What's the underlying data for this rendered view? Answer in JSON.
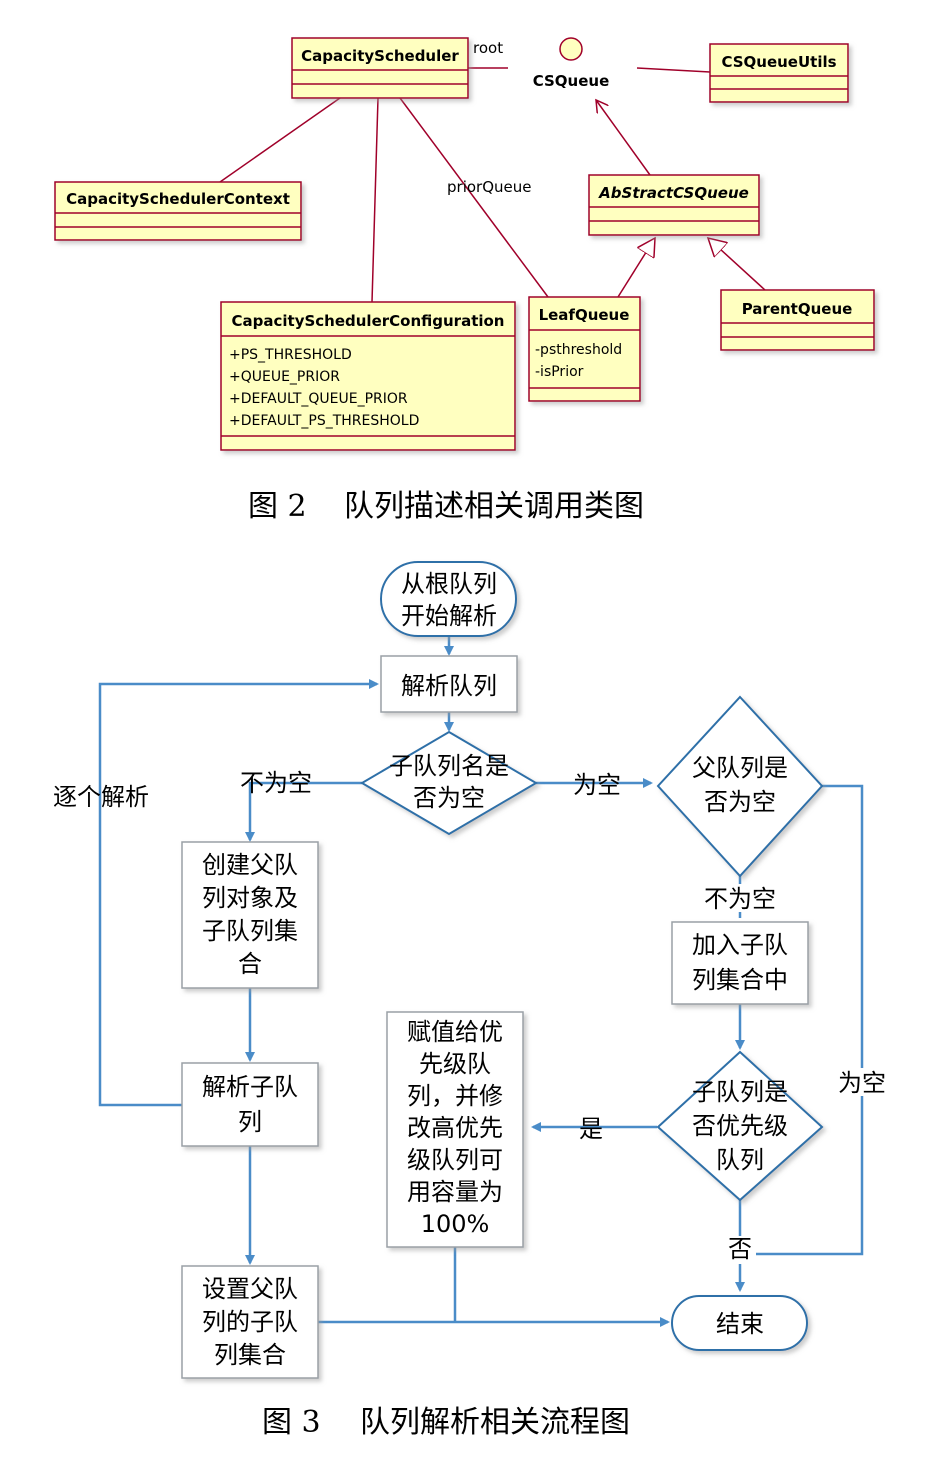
{
  "figure2": {
    "classes": {
      "capacity_scheduler": "CapacityScheduler",
      "cs_queue": "CSQueue",
      "cs_queue_utils": "CSQueueUtils",
      "capacity_scheduler_context": "CapacitySchedulerContext",
      "abstract_cs_queue": "AbStractCSQueue",
      "capacity_scheduler_configuration": "CapacitySchedulerConfiguration",
      "leaf_queue": "LeafQueue",
      "parent_queue": "ParentQueue"
    },
    "configuration_attrs": [
      "+PS_THRESHOLD",
      "+QUEUE_PRIOR",
      "+DEFAULT_QUEUE_PRIOR",
      "+DEFAULT_PS_THRESHOLD"
    ],
    "leaf_attrs": [
      "-psthreshold",
      "-isPrior"
    ],
    "labels": {
      "root": "root",
      "prior_queue": "priorQueue"
    },
    "caption_num": "图 2",
    "caption_text": "队列描述相关调用类图"
  },
  "figure3": {
    "start": [
      "从根队列",
      "开始解析"
    ],
    "parse_queue": "解析队列",
    "decision_child_name": [
      "子队列名是",
      "否为空"
    ],
    "not_empty_left": "不为空",
    "is_empty_right": "为空",
    "iterate": "逐个解析",
    "create_parent": [
      "创建父队",
      "列对象及",
      "子队列集",
      "合"
    ],
    "parse_child": [
      "解析子队",
      "列"
    ],
    "set_parent": [
      "设置父队",
      "列的子队",
      "列集合"
    ],
    "decision_parent": [
      "父队列是",
      "否为空"
    ],
    "not_empty_down": "不为空",
    "add_child": [
      "加入子队",
      "列集合中"
    ],
    "decision_priority": [
      "子队列是",
      "否优先级",
      "队列"
    ],
    "yes": "是",
    "no": "否",
    "empty_far_right": "为空",
    "assign": [
      "赋值给优",
      "先级队",
      "列，并修",
      "改高优先",
      "级队列可",
      "用容量为",
      "100%"
    ],
    "end": "结束",
    "caption_num": "图 3",
    "caption_text": "队列解析相关流程图"
  },
  "colors": {
    "uml_fill": "#ffffc0",
    "uml_border": "#a0002a",
    "flow_line": "#4a8cc8",
    "decision_border": "#2e6fa8",
    "box_border": "#9aa0a6"
  }
}
